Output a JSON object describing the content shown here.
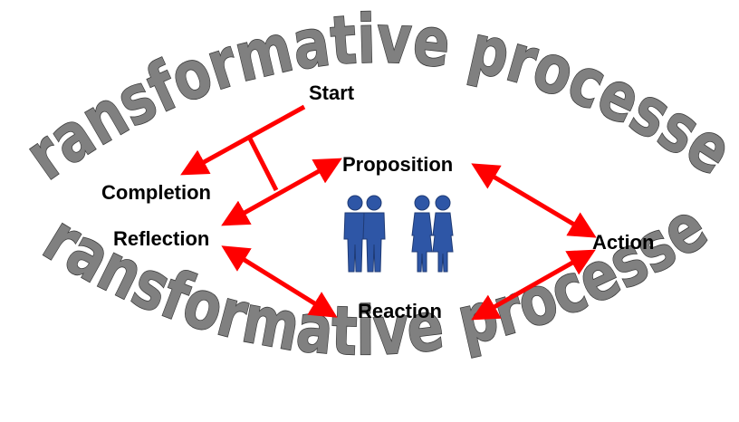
{
  "title_arcs": {
    "top": "Transformative processes",
    "bottom": "Transformative processes"
  },
  "nodes": {
    "start": "Start",
    "completion": "Completion",
    "reflection": "Reflection",
    "proposition": "Proposition",
    "action": "Action",
    "reaction": "Reaction"
  },
  "colors": {
    "arrow": "#ff0000",
    "arc_text": "#808080",
    "people": "#2e56a6"
  },
  "icons": {
    "people_group": "people-group-icon"
  }
}
